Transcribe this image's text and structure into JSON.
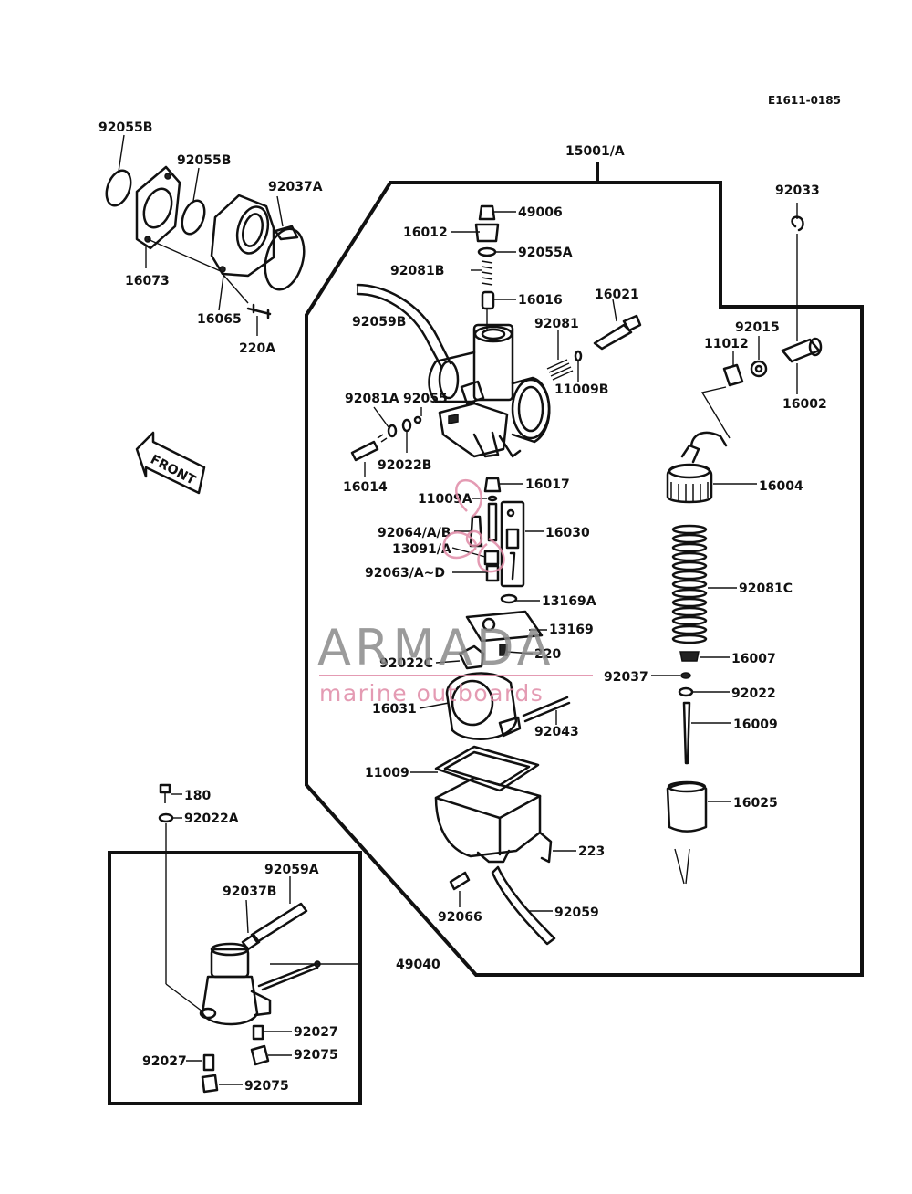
{
  "diagram_code": "E1611-0185",
  "assembly_label": "15001/A",
  "front_label": "FRONT",
  "watermark": {
    "title": "ARMADA",
    "subtitle": "marine outboards",
    "accent": "#e08aa6",
    "grey": "#8a8a8a"
  },
  "parts": {
    "p92055B_1": "92055B",
    "p92055B_2": "92055B",
    "p92037A": "92037A",
    "p16073": "16073",
    "p16065": "16065",
    "p220A": "220A",
    "p49006": "49006",
    "p16012": "16012",
    "p92055A": "92055A",
    "p92081B": "92081B",
    "p16016": "16016",
    "p16021": "16021",
    "p92059B": "92059B",
    "p92081": "92081",
    "p11009B": "11009B",
    "p92081A": "92081A",
    "p92055": "92055",
    "p92022B": "92022B",
    "p16014": "16014",
    "p16017": "16017",
    "p11009A": "11009A",
    "p92064": "92064/A/B",
    "p16030": "16030",
    "p13091": "13091/A",
    "p92063": "92063/A~D",
    "p13169A": "13169A",
    "p13169": "13169",
    "p92022C": "92022C",
    "p220": "220",
    "p16031": "16031",
    "p92043": "92043",
    "p11009": "11009",
    "p223": "223",
    "p92066": "92066",
    "p92059": "92059",
    "p92033": "92033",
    "p92015": "92015",
    "p11012": "11012",
    "p16002": "16002",
    "p16004": "16004",
    "p92081C": "92081C",
    "p16007": "16007",
    "p92037": "92037",
    "p92022": "92022",
    "p16009": "16009",
    "p16025": "16025",
    "p180": "180",
    "p92022A": "92022A",
    "p92059A": "92059A",
    "p92037B": "92037B",
    "p49040": "49040",
    "p92027_1": "92027",
    "p92075_1": "92075",
    "p92027_2": "92027",
    "p92075_2": "92075"
  }
}
